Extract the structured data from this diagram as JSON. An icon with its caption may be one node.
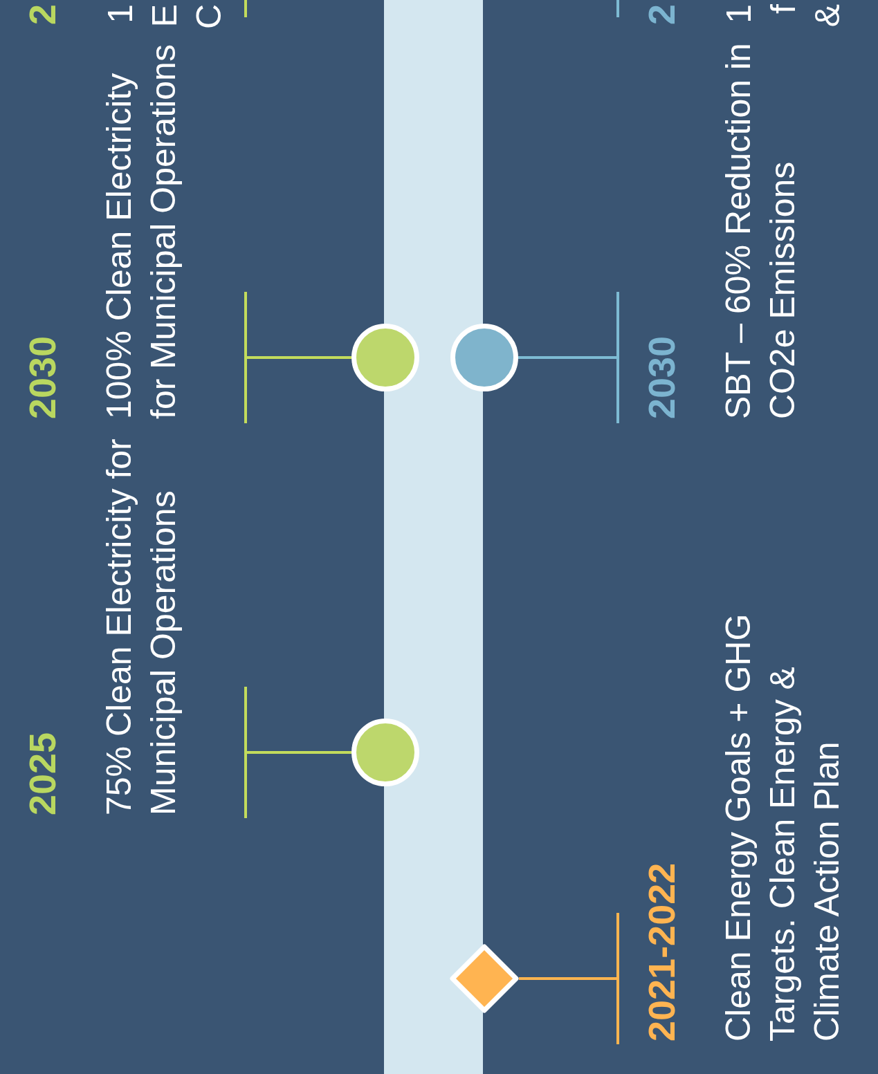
{
  "diagram": {
    "nodes": [
      {
        "text": [
          "2025",
          "75% Clean Electricity for Municipal Operations"
        ]
      },
      {
        "text": [],
        "shape": "circle"
      },
      {
        "text": [
          "2030",
          "100% Clean Electricity for Municipal Operations"
        ]
      },
      {
        "text": [],
        "shape": "circle"
      },
      {
        "text": [],
        "shape": "diamond"
      },
      {
        "text": [
          "2021-2022",
          "Clean Energy Goals + GHG Targets. Clean Energy & Climate Action Plan"
        ]
      },
      {
        "text": [],
        "shape": "circle"
      },
      {
        "text": [
          "2030",
          "SBT – 60% Reduction in CO2e Emissions"
        ]
      },
      {
        "text": [],
        "shape": "bar"
      }
    ],
    "edges": [
      {
        "from": 1,
        "to": 0,
        "arrow": "other"
      },
      {
        "from": 3,
        "to": 2,
        "arrow": "other"
      },
      {
        "from": 4,
        "to": 5,
        "arrow": "other",
        "color": "#fdb44f"
      },
      {
        "from": 6,
        "to": 7,
        "arrow": "other",
        "color": "#7dbbd3"
      }
    ],
    "labels": [
      "2",
      "1",
      "E",
      "C",
      "2",
      "1",
      "f",
      "&"
    ]
  }
}
